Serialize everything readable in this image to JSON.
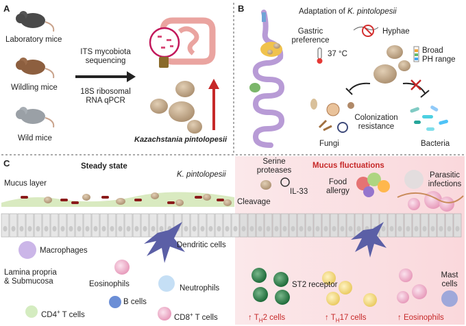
{
  "panel_a": {
    "letter": "A",
    "mice": [
      "Laboratory mice",
      "Wildling mice",
      "Wild mice"
    ],
    "method_top": [
      "ITS mycobiota",
      "sequencing"
    ],
    "method_bottom": [
      "18S ribosomal",
      "RNA qPCR"
    ],
    "organism": "Kazachstania pintolopesii"
  },
  "panel_b": {
    "letter": "B",
    "title_prefix": "Adaptation of ",
    "title_species": "K. pintolopesii",
    "gastric": [
      "Gastric",
      "preference"
    ],
    "hyphae": "Hyphae",
    "temperature": "37 °C",
    "ph": [
      "Broad",
      "PH range"
    ],
    "colonization": [
      "Colonization",
      "resistance"
    ],
    "fungi": "Fungi",
    "bacteria": "Bacteria"
  },
  "panel_c": {
    "letter": "C",
    "steady_state": "Steady state",
    "species": "K. pintolopesii",
    "mucus_layer": "Mucus layer",
    "serine": [
      "Serine",
      "proteases"
    ],
    "il33": "IL-33",
    "cleavage": "Cleavage",
    "mucus_fluct": "Mucus fluctuations",
    "food_allergy": [
      "Food",
      "allergy"
    ],
    "parasitic": [
      "Parasitic",
      "infections"
    ],
    "macrophages": "Macrophages",
    "dendritic": "Dendritic cells",
    "lamina": [
      "Lamina propria",
      "& Submucosa"
    ],
    "eosinophils": "Eosinophils",
    "neutrophils": "Neutrophils",
    "bcells": "B cells",
    "cd4": "CD4",
    "cd8": "CD8",
    "tcells_suffix": " T cells",
    "st2": "ST2 receptor",
    "mast": [
      "Mast",
      "cells"
    ],
    "th2": "T",
    "th2_sub": "H",
    "th2_tail": "2 cells",
    "th17_tail": "17 cells",
    "up_eos": "Eosinophils",
    "arrow": "↑"
  }
}
